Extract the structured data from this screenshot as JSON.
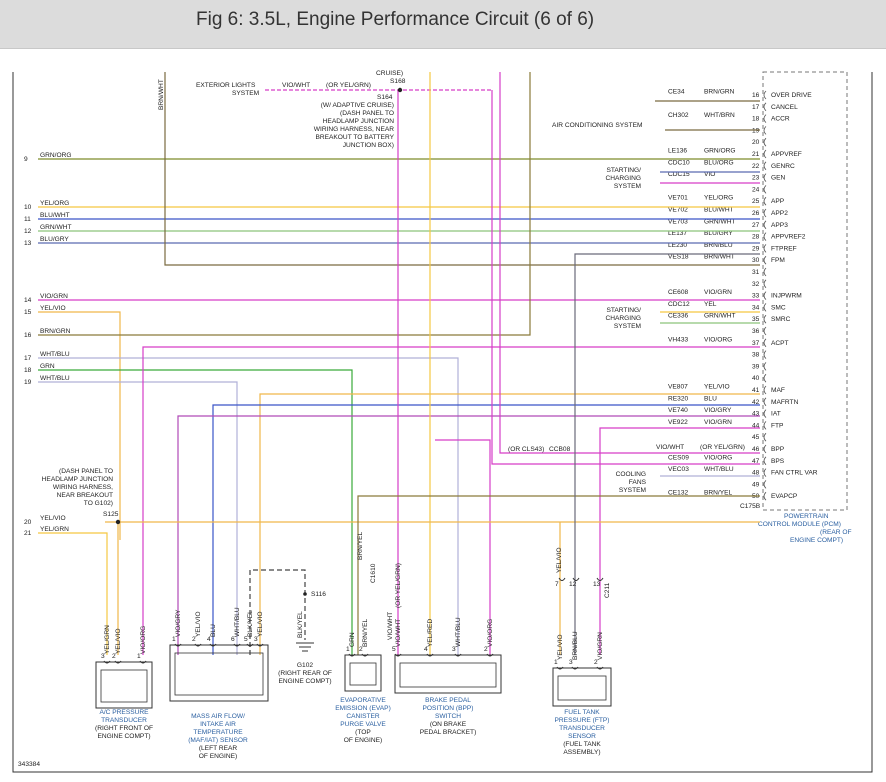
{
  "header": {
    "title": "Fig 6: 3.5L, Engine Performance Circuit (6 of 6)"
  },
  "colors": {
    "grn_org": "#7d8c2a",
    "yel": "#f5c842",
    "blu": "#3a55c8",
    "grn_wht": "#8cc47a",
    "blu_gry": "#5a6ab0",
    "vio_grn": "#d63ec8",
    "yel_vio": "#f0b84a",
    "brn_grn": "#8a7a3a",
    "wht_blu": "#b0b0d8",
    "grn": "#3aaa3a",
    "brn_wht": "#7a6a40",
    "brn_blu": "#6a6a7a",
    "vio_org": "#d63ec8",
    "vio_gry": "#b04ab8",
    "blk_yel": "#444444",
    "label_blue": "#2a5fa0"
  },
  "figure_id": "343384",
  "pcm": {
    "name": [
      "POWERTRAIN",
      "CONTROL MODULE (PCM)",
      "(REAR OF",
      "ENGINE COMPT)"
    ],
    "connector": "C175B",
    "pins": [
      {
        "pin": "16",
        "circuit": "CE34",
        "color": "BRN/GRN",
        "fn": "OVER DRIVE"
      },
      {
        "pin": "17",
        "circuit": "",
        "color": "",
        "fn": "CANCEL"
      },
      {
        "pin": "18",
        "circuit": "CH302",
        "color": "WHT/BRN",
        "fn": "ACCR"
      },
      {
        "pin": "19",
        "circuit": "",
        "color": "",
        "fn": ""
      },
      {
        "pin": "20",
        "circuit": "",
        "color": "",
        "fn": ""
      },
      {
        "pin": "21",
        "circuit": "LE136",
        "color": "GRN/ORG",
        "fn": "APPVREF"
      },
      {
        "pin": "22",
        "circuit": "CDC10",
        "color": "BLU/ORG",
        "fn": "GENRC"
      },
      {
        "pin": "23",
        "circuit": "CDC15",
        "color": "VIO",
        "fn": "GEN"
      },
      {
        "pin": "24",
        "circuit": "",
        "color": "",
        "fn": ""
      },
      {
        "pin": "25",
        "circuit": "VE701",
        "color": "YEL/ORG",
        "fn": "APP"
      },
      {
        "pin": "26",
        "circuit": "VE702",
        "color": "BLU/WHT",
        "fn": "APP2"
      },
      {
        "pin": "27",
        "circuit": "VE703",
        "color": "GRN/WHT",
        "fn": "APP3"
      },
      {
        "pin": "28",
        "circuit": "LE137",
        "color": "BLU/GRY",
        "fn": "APPVREF2"
      },
      {
        "pin": "29",
        "circuit": "LE230",
        "color": "BRN/BLU",
        "fn": "FTPREF"
      },
      {
        "pin": "30",
        "circuit": "VES18",
        "color": "BRN/WHT",
        "fn": "FPM"
      },
      {
        "pin": "31",
        "circuit": "",
        "color": "",
        "fn": ""
      },
      {
        "pin": "32",
        "circuit": "",
        "color": "",
        "fn": ""
      },
      {
        "pin": "33",
        "circuit": "CE608",
        "color": "VIO/GRN",
        "fn": "INJPWRM"
      },
      {
        "pin": "34",
        "circuit": "CDC12",
        "color": "YEL",
        "fn": "SMC"
      },
      {
        "pin": "35",
        "circuit": "CE336",
        "color": "GRN/WHT",
        "fn": "SMRC"
      },
      {
        "pin": "36",
        "circuit": "",
        "color": "",
        "fn": ""
      },
      {
        "pin": "37",
        "circuit": "VH433",
        "color": "VIO/ORG",
        "fn": "ACPT"
      },
      {
        "pin": "38",
        "circuit": "",
        "color": "",
        "fn": ""
      },
      {
        "pin": "39",
        "circuit": "",
        "color": "",
        "fn": ""
      },
      {
        "pin": "40",
        "circuit": "",
        "color": "",
        "fn": ""
      },
      {
        "pin": "41",
        "circuit": "VE807",
        "color": "YEL/VIO",
        "fn": "MAF"
      },
      {
        "pin": "42",
        "circuit": "RE320",
        "color": "BLU",
        "fn": "MAFRTN"
      },
      {
        "pin": "43",
        "circuit": "VE740",
        "color": "VIO/GRY",
        "fn": "IAT"
      },
      {
        "pin": "44",
        "circuit": "VE922",
        "color": "VIO/GRN",
        "fn": "FTP"
      },
      {
        "pin": "45",
        "circuit": "",
        "color": "",
        "fn": ""
      },
      {
        "pin": "46",
        "circuit": "",
        "color": "",
        "fn": "BPP"
      },
      {
        "pin": "47",
        "circuit": "CES09",
        "color": "VIO/ORG",
        "fn": "BPS"
      },
      {
        "pin": "48",
        "circuit": "VEC03",
        "color": "WHT/BLU",
        "fn": "FAN CTRL VAR"
      },
      {
        "pin": "49",
        "circuit": "",
        "color": "",
        "fn": ""
      },
      {
        "pin": "50",
        "circuit": "CE132",
        "color": "BRN/YEL",
        "fn": "EVAPCP"
      }
    ]
  },
  "left_wires": [
    {
      "num": "9",
      "color": "GRN/ORG"
    },
    {
      "num": "10",
      "color": "YEL/ORG"
    },
    {
      "num": "11",
      "color": "BLU/WHT"
    },
    {
      "num": "12",
      "color": "GRN/WHT"
    },
    {
      "num": "13",
      "color": "BLU/GRY"
    },
    {
      "num": "14",
      "color": "VIO/GRN"
    },
    {
      "num": "15",
      "color": "YEL/VIO"
    },
    {
      "num": "16",
      "color": "BRN/GRN"
    },
    {
      "num": "17",
      "color": "WHT/BLU"
    },
    {
      "num": "18",
      "color": "GRN"
    },
    {
      "num": "19",
      "color": "WHT/BLU"
    },
    {
      "num": "20",
      "color": "YEL/VIO"
    },
    {
      "num": "21",
      "color": "YEL/GRN"
    }
  ],
  "labels": {
    "brn_wht_top": "BRN/WHT",
    "exterior_lights": [
      "EXTERIOR LIGHTS",
      "SYSTEM"
    ],
    "vio_wht": "VIO/WHT",
    "or_yel_grn": "(OR YEL/GRN)",
    "cruise": "CRUISE)",
    "s168": "S168",
    "s164": "S164",
    "adaptive_note": [
      "(W/ ADAPTIVE CRUISE)",
      "(DASH PANEL TO",
      "HEADLAMP JUNCTION",
      "WIRING HARNESS, NEAR",
      "BREAKOUT TO BATTERY",
      "JUNCTION BOX)"
    ],
    "ac_system": "AIR CONDITIONING SYSTEM",
    "starting_charging_1": [
      "STARTING/",
      "CHARGING",
      "SYSTEM"
    ],
    "starting_charging_2": [
      "STARTING/",
      "CHARGING",
      "SYSTEM"
    ],
    "cooling_fans": [
      "COOLING",
      "FANS",
      "SYSTEM"
    ],
    "or_cls43": "(OR CLS43)",
    "ccb08": "CCB08",
    "vio_wht_46": "VIO/WHT",
    "or_yel_grn_46": "(OR YEL/GRN)",
    "s125_note": [
      "(DASH PANEL TO",
      "HEADLAMP JUNCTION",
      "WIRING HARNESS,",
      "NEAR BREAKOUT",
      "TO G102)"
    ],
    "s125": "S125",
    "s116": "S116",
    "g102": [
      "G102",
      "(RIGHT REAR OF",
      "ENGINE COMPT)"
    ],
    "c1610": "C1610",
    "c211": "C211"
  },
  "components": {
    "ac_transducer": {
      "pins": [
        "3",
        "2",
        "1"
      ],
      "wires": [
        "YEL/GRN",
        "YEL/VIO",
        "VIO/ORG"
      ],
      "name": [
        "A/C PRESSURE",
        "TRANSDUCER"
      ],
      "loc": [
        "(RIGHT FRONT OF",
        "ENGINE COMPT)"
      ]
    },
    "maf_sensor": {
      "pins": [
        "1",
        "2",
        "4",
        "6",
        "5",
        "3"
      ],
      "wires": [
        "VIO/GRY",
        "YEL/VIO",
        "BLU",
        "WHT/BLU",
        "BLK/YEL",
        "YEL/VIO"
      ],
      "name": [
        "MASS AIR FLOW/",
        "INTAKE AIR",
        "TEMPERATURE",
        "(MAF/IAT) SENSOR"
      ],
      "loc": [
        "(LEFT REAR",
        "OF ENGINE)"
      ]
    },
    "evap_valve": {
      "pins": [
        "1",
        "2"
      ],
      "wires": [
        "GRN",
        "BRN/YEL"
      ],
      "name": [
        "EVAPORATIVE",
        "EMISSION (EVAP)",
        "CANISTER",
        "PURGE VALVE"
      ],
      "loc": [
        "(TOP",
        "OF ENGINE)"
      ]
    },
    "g102_wire": "BLK/YEL",
    "bpp_switch": {
      "pins": [
        "5",
        "4",
        "3",
        "2"
      ],
      "wires": [
        "VIO/WHT",
        "YEL/RED",
        "WHT/BLU",
        "VIO/ORG"
      ],
      "name": [
        "BRAKE PEDAL",
        "POSITION (BPP)",
        "SWITCH"
      ],
      "loc": [
        "(ON BRAKE",
        "PEDAL BRACKET)"
      ],
      "or_vio": "(OR YEL/GRN)",
      "upper": [
        "VIO/WHT",
        "BRN/YEL"
      ]
    },
    "ftp_sensor": {
      "pins": [
        "1",
        "3",
        "2"
      ],
      "wires": [
        "YEL/VIO",
        "BRN/BLU",
        "VIO/GRN"
      ],
      "name": [
        "FUEL TANK",
        "PRESSURE (FTP)",
        "TRANSDUCER",
        "SENSOR"
      ],
      "loc": [
        "(FUEL TANK",
        "ASSEMBLY)"
      ],
      "upper": [
        "YEL/VIO"
      ],
      "c211_pins": [
        "7",
        "12",
        "13"
      ]
    }
  }
}
